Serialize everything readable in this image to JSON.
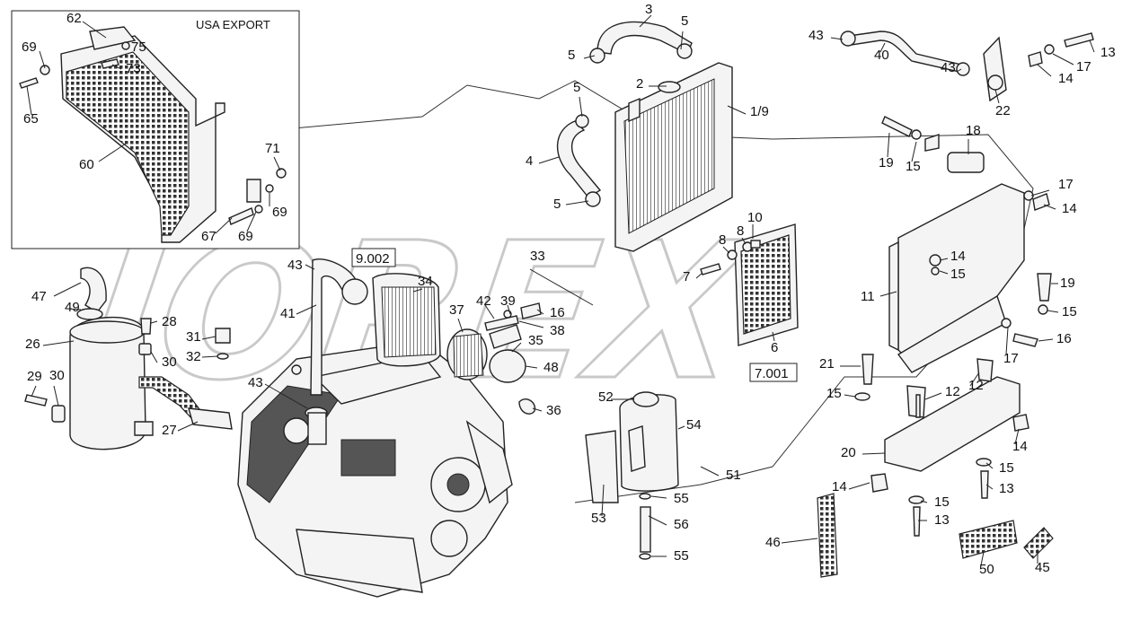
{
  "inset": {
    "title": "USA EXPORT"
  },
  "watermark": "IOREX",
  "refboxes": [
    "9.002",
    "7.001"
  ],
  "callouts": [
    "62",
    "75",
    "73",
    "69",
    "65",
    "60",
    "71",
    "69b",
    "67",
    "69c",
    "3",
    "5",
    "5b",
    "2",
    "1/9",
    "5c",
    "4",
    "5d",
    "43",
    "40",
    "13",
    "17",
    "14",
    "43b",
    "22",
    "19",
    "15",
    "18",
    "17b",
    "14b",
    "8",
    "10",
    "8b",
    "7",
    "6",
    "11",
    "14c",
    "15b",
    "19b",
    "15c",
    "16",
    "17c",
    "47",
    "49",
    "26",
    "28",
    "31",
    "32",
    "30",
    "29",
    "30b",
    "27",
    "43c",
    "41",
    "43d",
    "34",
    "33",
    "42",
    "39",
    "16b",
    "38",
    "37",
    "35",
    "48",
    "36",
    "52",
    "54",
    "51",
    "53",
    "55",
    "56",
    "55b",
    "21",
    "15d",
    "12",
    "12b",
    "14d",
    "20",
    "15e",
    "13b",
    "14e",
    "15f",
    "13c",
    "46",
    "50",
    "45"
  ],
  "labels": {
    "c62": "62",
    "c75": "75",
    "c73": "73",
    "c69": "69",
    "c65": "65",
    "c60": "60",
    "c71": "71",
    "c69b": "69",
    "c67": "67",
    "c69c": "69",
    "c3": "3",
    "c5": "5",
    "c5b": "5",
    "c2": "2",
    "c19": "1/9",
    "c5c": "5",
    "c4": "4",
    "c5d": "5",
    "c43": "43",
    "c40": "40",
    "c13": "13",
    "c17": "17",
    "c14": "14",
    "c43b": "43",
    "c22": "22",
    "c19a": "19",
    "c15": "15",
    "c18": "18",
    "c17b": "17",
    "c14b": "14",
    "c8": "8",
    "c10": "10",
    "c8b": "8",
    "c7": "7",
    "c6": "6",
    "c11": "11",
    "c14c": "14",
    "c15b": "15",
    "c19b": "19",
    "c15c": "15",
    "c16": "16",
    "c17c": "17",
    "c47": "47",
    "c49": "49",
    "c26": "26",
    "c28": "28",
    "c31": "31",
    "c32": "32",
    "c30": "30",
    "c29": "29",
    "c30b": "30",
    "c27": "27",
    "c43c": "43",
    "c41": "41",
    "c43d": "43",
    "c34": "34",
    "c33": "33",
    "c42": "42",
    "c39": "39",
    "c16b": "16",
    "c38": "38",
    "c37": "37",
    "c35": "35",
    "c48": "48",
    "c36": "36",
    "c52": "52",
    "c54": "54",
    "c51": "51",
    "c53": "53",
    "c55": "55",
    "c56": "56",
    "c55b": "55",
    "c21": "21",
    "c15d": "15",
    "c12": "12",
    "c12b": "12",
    "c14d": "14",
    "c20": "20",
    "c15e": "15",
    "c13b": "13",
    "c14e": "14",
    "c15f": "15",
    "c13c": "13",
    "c46": "46",
    "c50": "50",
    "c45": "45"
  }
}
